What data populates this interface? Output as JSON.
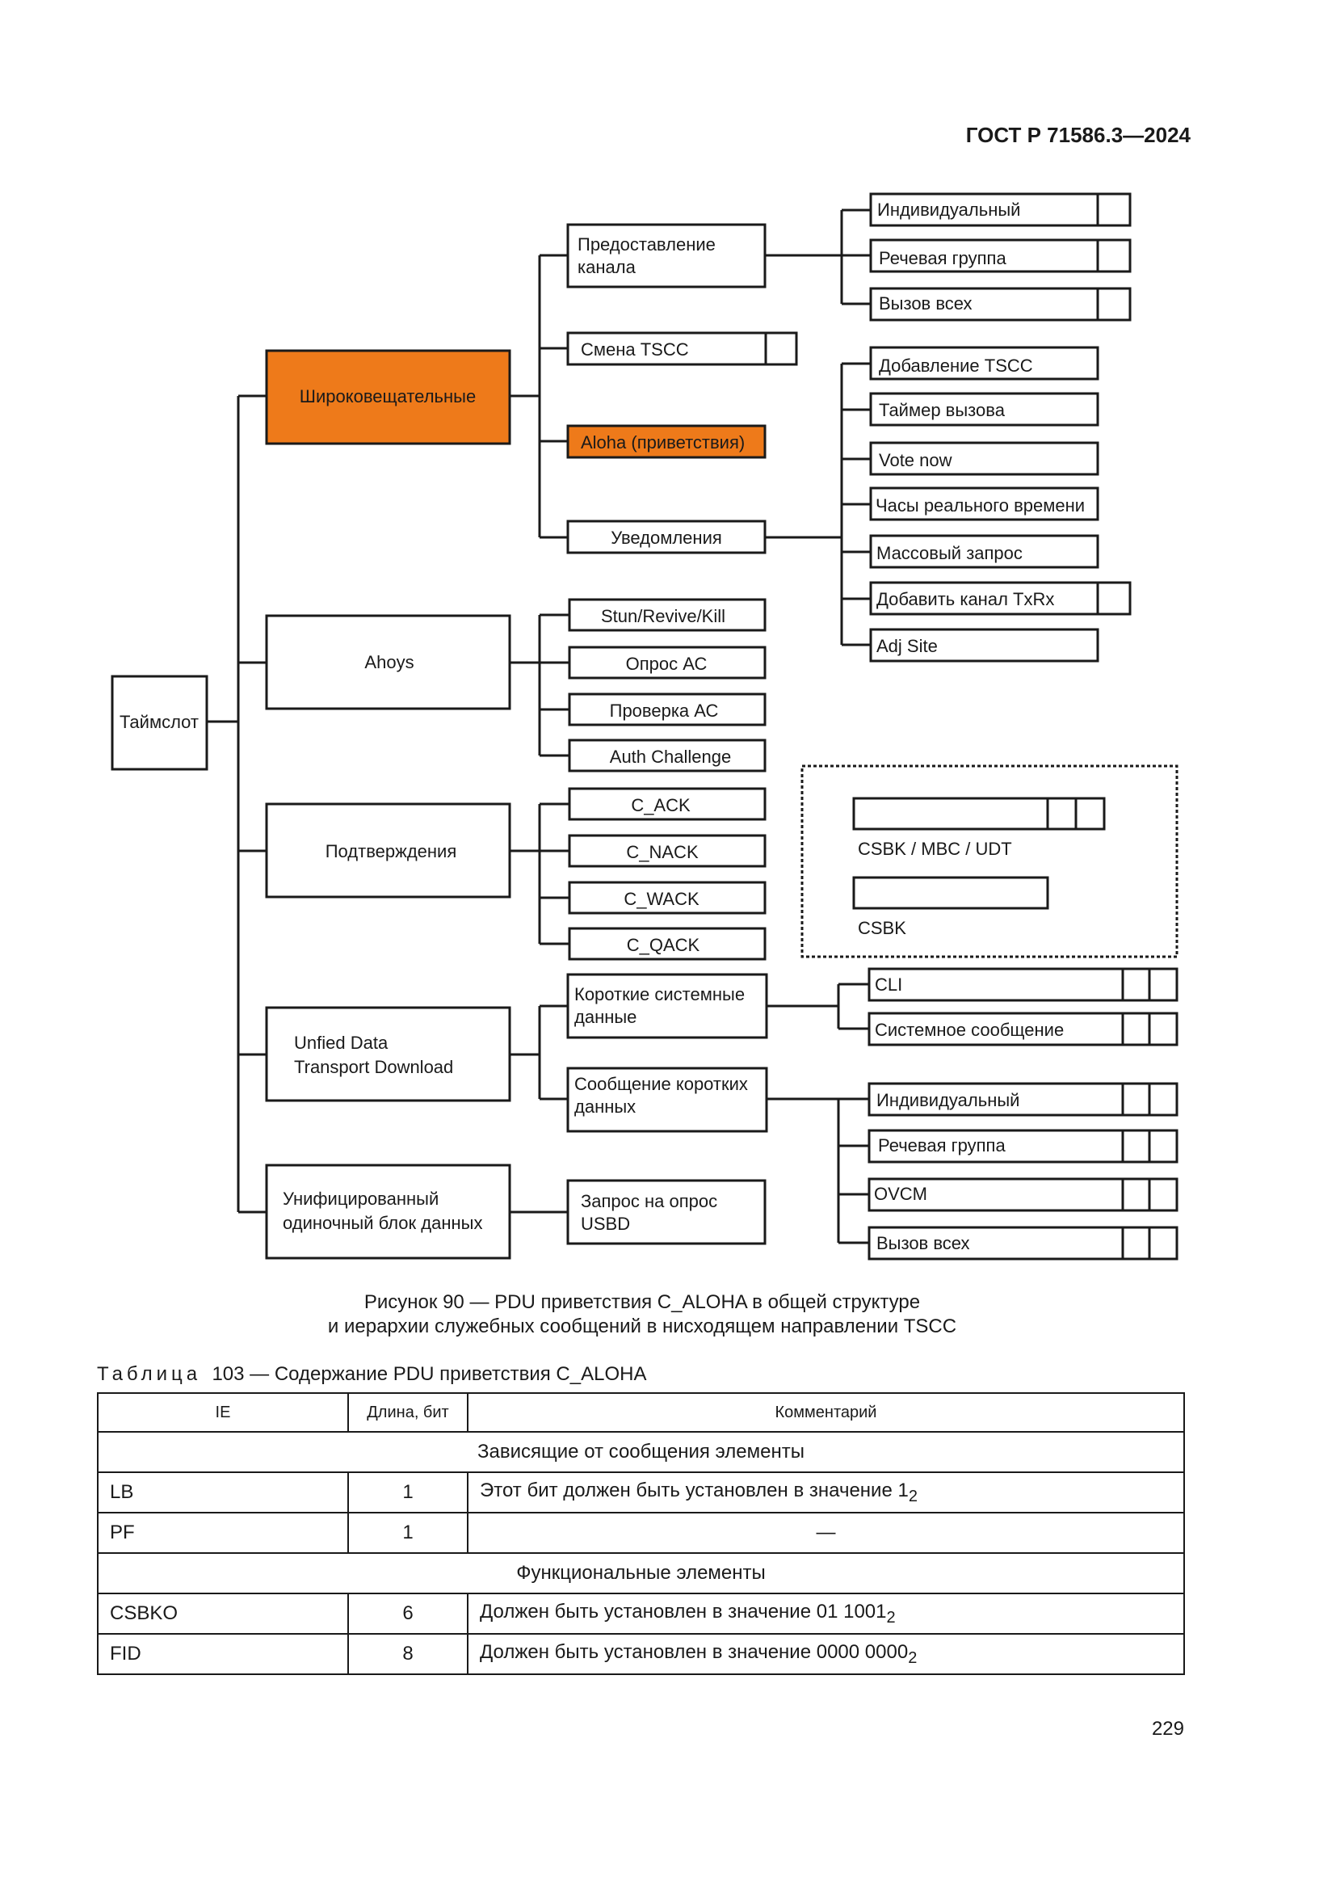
{
  "header": {
    "doc_id": "ГОСТ Р 71586.3—2024"
  },
  "diagram": {
    "root": "Таймслот",
    "level1": {
      "broadcast": "Широковещательные",
      "ahoys": "Ahoys",
      "acks": "Подтверждения",
      "udt_line1": "Unfied Data",
      "udt_line2": "Transport Download",
      "usbd_line1": "Унифицированный",
      "usbd_line2": "одиночный блок данных"
    },
    "level2": {
      "channel_grant_line1": "Предоставление",
      "channel_grant_line2": "канала",
      "tscc_change": "Смена TSCC",
      "aloha": "Aloha (приветствия)",
      "notifications": "Уведомления",
      "stun": "Stun/Revive/Kill",
      "ms_poll": "Опрос АС",
      "ms_check": "Проверка АС",
      "auth": "Auth Challenge",
      "c_ack": "C_ACK",
      "c_nack": "C_NACK",
      "c_wack": "C_WACK",
      "c_qack": "C_QACK",
      "short_sys_line1": "Короткие системные",
      "short_sys_line2": "данные",
      "short_msg_line1": "Сообщение коротких",
      "short_msg_line2": "данных",
      "usbd_poll_line1": "Запрос на опрос",
      "usbd_poll_line2": "USBD"
    },
    "level3": {
      "individual": "Индивидуальный",
      "talkgroup": "Речевая группа",
      "all_call": "Вызов всех",
      "add_tscc": "Добавление TSCC",
      "call_timer": "Таймер вызова",
      "vote_now": "Vote now",
      "rtc": "Часы реального времени",
      "mass_query": "Массовый запрос",
      "add_txrx": "Добавить канал TxRx",
      "adj_site": "Adj Site",
      "cli": "CLI",
      "sys_message": "Системное сообщение",
      "individual2": "Индивидуальный",
      "talkgroup2": "Речевая группа",
      "ovcm": "OVCM",
      "all_call2": "Вызов всех"
    },
    "legend": {
      "csbk_mbc_udt": "CSBK / MBC / UDT",
      "csbk": "CSBK"
    },
    "colors": {
      "highlight": "#ee7a1a",
      "line": "#1a1a1a"
    }
  },
  "figure_caption": {
    "line1": "Рисунок 90 — PDU приветствия C_ALOHA в общей структуре",
    "line2": "и иерархии служебных сообщений в нисходящем направлении TSCC"
  },
  "table": {
    "title_prefix": "Таблица",
    "title_rest": "103 — Содержание PDU приветствия C_ALOHA",
    "headers": [
      "IE",
      "Длина, бит",
      "Комментарий"
    ],
    "section1": "Зависящие от сообщения элементы",
    "rows1": [
      {
        "ie": "LB",
        "len": "1",
        "comment": "Этот бит должен быть установлен в значение 1",
        "sub": "2"
      },
      {
        "ie": "PF",
        "len": "1",
        "comment": "—",
        "sub": ""
      }
    ],
    "section2": "Функциональные элементы",
    "rows2": [
      {
        "ie": "CSBKO",
        "len": "6",
        "comment": "Должен быть установлен в значение 01 1001",
        "sub": "2"
      },
      {
        "ie": "FID",
        "len": "8",
        "comment": "Должен быть установлен в значение 0000 0000",
        "sub": "2"
      }
    ]
  },
  "page_number": "229"
}
